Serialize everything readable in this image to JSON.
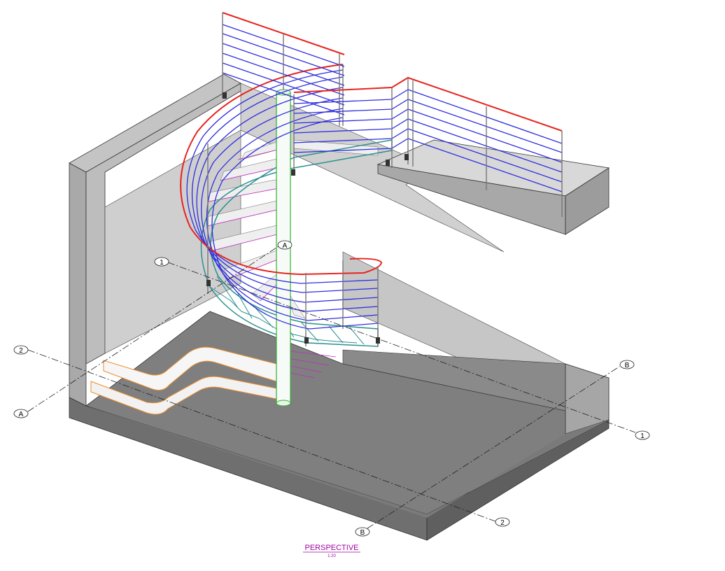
{
  "drawing": {
    "view_title": "PERSPECTIVE",
    "view_scale": "1:20"
  },
  "grid_markers": [
    {
      "id": "grid-1-upper",
      "label": "1"
    },
    {
      "id": "grid-1-lower",
      "label": "1"
    },
    {
      "id": "grid-2-upper",
      "label": "2"
    },
    {
      "id": "grid-2-lower",
      "label": "2"
    },
    {
      "id": "grid-a-upper",
      "label": "A"
    },
    {
      "id": "grid-a-lower",
      "label": "A"
    },
    {
      "id": "grid-b-upper",
      "label": "B"
    },
    {
      "id": "grid-b-lower",
      "label": "B"
    }
  ],
  "colors": {
    "concrete_top": "#dadada",
    "concrete_side": "#b4b4b4",
    "floor": "#7d7d7d",
    "handrail": "#e8231f",
    "balusters": "#2f2fe0",
    "stringer": "#2d8f8f",
    "column": "#35b035",
    "landing_edge": "#f08c28",
    "tread_magenta": "#c02cc0",
    "caption": "#a000a0"
  }
}
